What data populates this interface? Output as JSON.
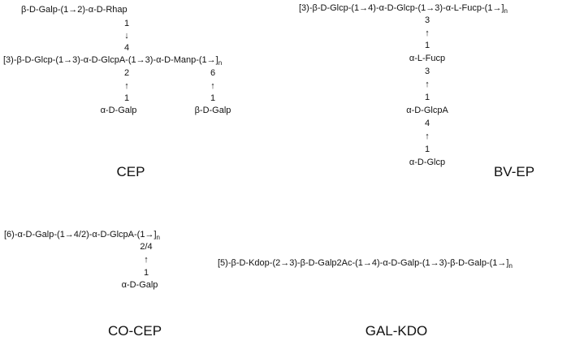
{
  "structures": {
    "cep": {
      "name": "CEP",
      "branch_top": "β-D-Galp-(1→2)-α-D-Rhap",
      "top_link_upper": "1",
      "top_arrow": "↓",
      "top_link_lower": "4",
      "backbone": "[3)-β-D-Glcp-(1→3)-α-D-GlcpA-(1→3)-α-D-Manp-(1→]",
      "backbone_sub": "n",
      "left_branch_pos": "2",
      "left_branch_arrow": "↑",
      "left_branch_link": "1",
      "left_branch_sugar": "α-D-Galp",
      "right_branch_pos": "6",
      "right_branch_arrow": "↑",
      "right_branch_link": "1",
      "right_branch_sugar": "β-D-Galp"
    },
    "bv_ep": {
      "name": "BV-EP",
      "backbone": "[3)-β-D-Glcp-(1→4)-α-D-Glcp-(1→3)-α-L-Fucp-(1→]",
      "backbone_sub": "n",
      "chain": [
        "3",
        "↑",
        "1",
        "α-L-Fucp",
        "3",
        "↑",
        "1",
        "α-D-GlcpA",
        "4",
        "↑",
        "1",
        "α-D-Glcp"
      ]
    },
    "co_cep": {
      "name": "CO-CEP",
      "backbone": "[6)-α-D-Galp-(1→4/2)-α-D-GlcpA-(1→]",
      "backbone_sub": "n",
      "branch_pos": "2/4",
      "branch_arrow": "↑",
      "branch_link": "1",
      "branch_sugar": "α-D-Galp"
    },
    "gal_kdo": {
      "name": "GAL-KDO",
      "backbone": "[5)-β-D-Kdop-(2→3)-β-D-Galp2Ac-(1→4)-α-D-Galp-(1→3)-β-D-Galp-(1→]",
      "backbone_sub": "n"
    }
  }
}
